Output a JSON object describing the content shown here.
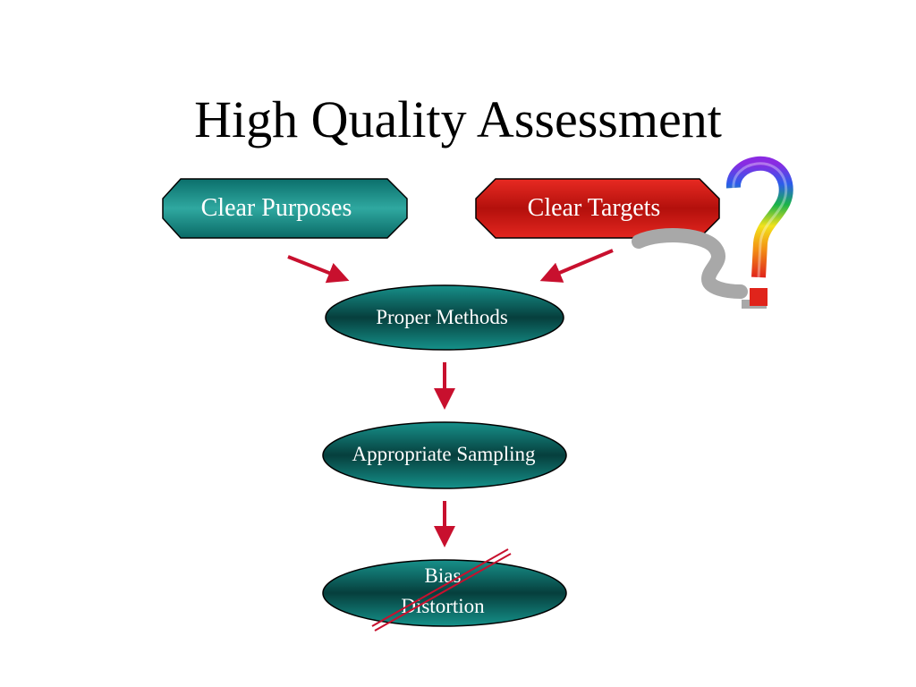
{
  "slide": {
    "title": "High Quality Assessment"
  },
  "diagram": {
    "nodes": {
      "clear_purposes": "Clear Purposes",
      "clear_targets": "Clear Targets",
      "proper_methods": "Proper Methods",
      "appropriate_sampling": "Appropriate Sampling",
      "bias_line1": "Bias",
      "bias_line2": "Distortion"
    },
    "question_mark": "?",
    "colors": {
      "teal": "#0e7d78",
      "teal_light": "#3fb7ae",
      "red": "#d81e1e",
      "arrow": "#c8102e",
      "strike": "#c8102e"
    },
    "icons": [
      "rainbow-question-mark-icon",
      "crossed-out-strike-icon"
    ]
  }
}
